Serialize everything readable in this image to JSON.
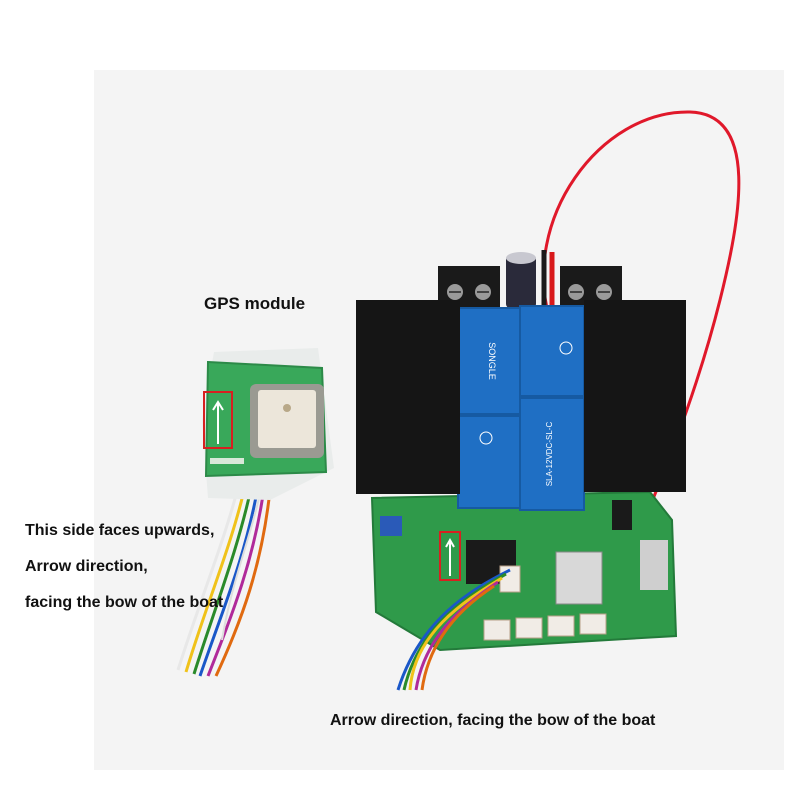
{
  "labels": {
    "gps_title": "GPS module",
    "instruction_1": "This side faces upwards,",
    "instruction_2": "Arrow direction,",
    "instruction_3": "facing the bow of the boat",
    "board_caption": "Arrow direction, facing the bow of the boat"
  },
  "relay_markings": {
    "brand": "SONGLE",
    "model": "SLA-12VDC-SL-C"
  },
  "colors": {
    "pcb_green": "#2f9a4a",
    "relay_blue": "#1f6fc4",
    "heatsink_black": "#151515",
    "antenna_wire_red": "#e0182a",
    "highlight_box_red": "#d82020"
  }
}
